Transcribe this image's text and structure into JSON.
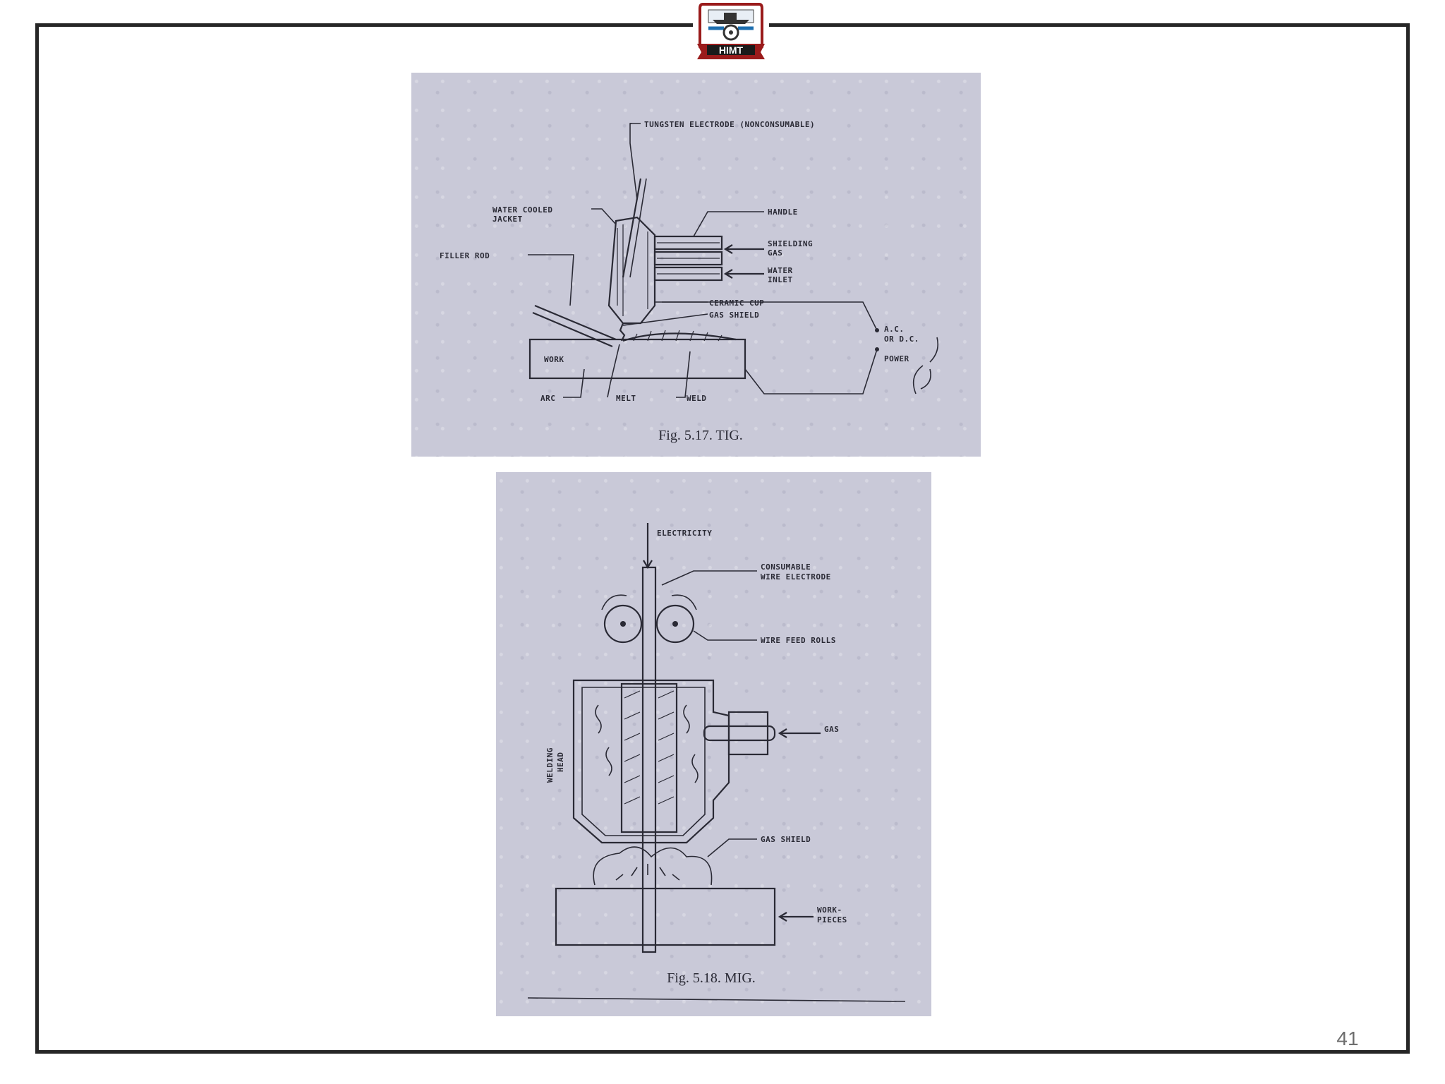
{
  "logo": {
    "text": "HIMT"
  },
  "tig": {
    "labels": {
      "electrode": "TUNGSTEN ELECTRODE (NONCONSUMABLE)",
      "jacket1": "WATER COOLED",
      "jacket2": "JACKET",
      "filler": "FILLER ROD",
      "handle": "HANDLE",
      "shield_gas1": "SHIELDING",
      "shield_gas2": "GAS",
      "water1": "WATER",
      "water2": "INLET",
      "cup": "CERAMIC CUP",
      "gas_shield": "GAS SHIELD",
      "power1": "A.C.",
      "power2": "OR D.C.",
      "power3": "POWER",
      "work": "WORK",
      "arc": "ARC",
      "melt": "MELT",
      "weld": "WELD"
    },
    "caption": "Fig. 5.17. TIG."
  },
  "mig": {
    "labels": {
      "electricity": "ELECTRICITY",
      "wire1": "CONSUMABLE",
      "wire2": "WIRE ELECTRODE",
      "rolls": "WIRE FEED ROLLS",
      "gas": "GAS",
      "head1": "WELDING",
      "head2": "HEAD",
      "gas_shield": "GAS SHIELD",
      "work1": "WORK-",
      "work2": "PIECES"
    },
    "caption": "Fig. 5.18. MIG."
  },
  "page_number": "41"
}
